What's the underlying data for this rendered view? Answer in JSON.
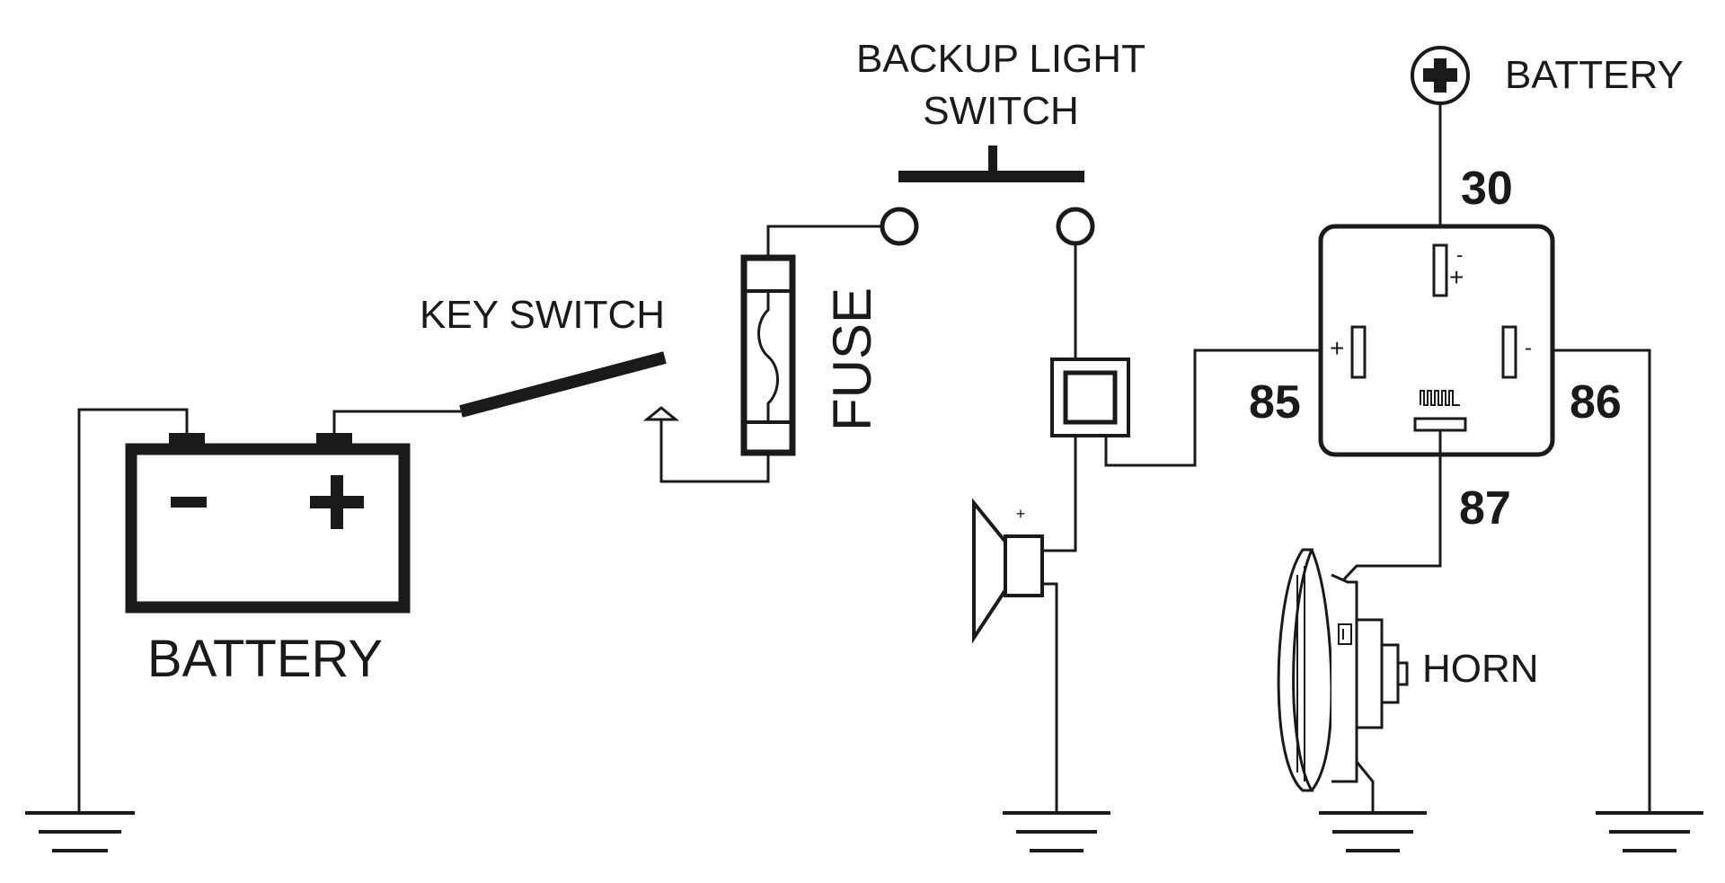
{
  "labels": {
    "backup_switch_line1": "BACKUP LIGHT",
    "backup_switch_line2": "SWITCH",
    "key_switch": "KEY SWITCH",
    "fuse": "FUSE",
    "battery_left": "BATTERY",
    "battery_left_minus": "-",
    "battery_left_plus": "+",
    "battery_right": "BATTERY",
    "horn": "HORN",
    "buzzer_plus": "+"
  },
  "relay": {
    "pin_30": "30",
    "pin_85": "85",
    "pin_86": "86",
    "pin_87": "87",
    "mark_30_minus": "-",
    "mark_30_plus": "+",
    "mark_85_plus": "+",
    "mark_86_minus": "-"
  },
  "colors": {
    "line": "#1a1a1a",
    "background": "#ffffff"
  }
}
